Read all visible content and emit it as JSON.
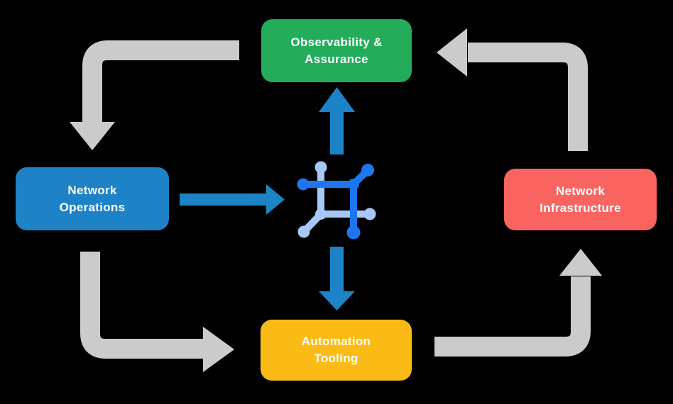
{
  "background_color": "#000000",
  "diagram": {
    "type": "cycle-flow",
    "center_icon": "network-topology-icon",
    "nodes": {
      "observability": {
        "line1": "Observability &",
        "line2": "Assurance",
        "color": "#23AC5A"
      },
      "operations": {
        "line1": "Network",
        "line2": "Operations",
        "color": "#1E83C6"
      },
      "infrastructure": {
        "line1": "Network",
        "line2": "Infrastructure",
        "color": "#F96360"
      },
      "automation": {
        "line1": "Automation",
        "line2": "Tooling",
        "color": "#FBBB16"
      }
    },
    "arrows": {
      "gray_color": "#CBCBCB",
      "blue_color": "#1E83C6",
      "flows": [
        "observability-to-operations",
        "operations-to-automation",
        "automation-to-infrastructure",
        "infrastructure-to-observability",
        "operations-to-center",
        "center-to-observability",
        "center-to-automation"
      ]
    },
    "icon_colors": {
      "dark": "#1D76F0",
      "light": "#A6C8F8"
    }
  }
}
